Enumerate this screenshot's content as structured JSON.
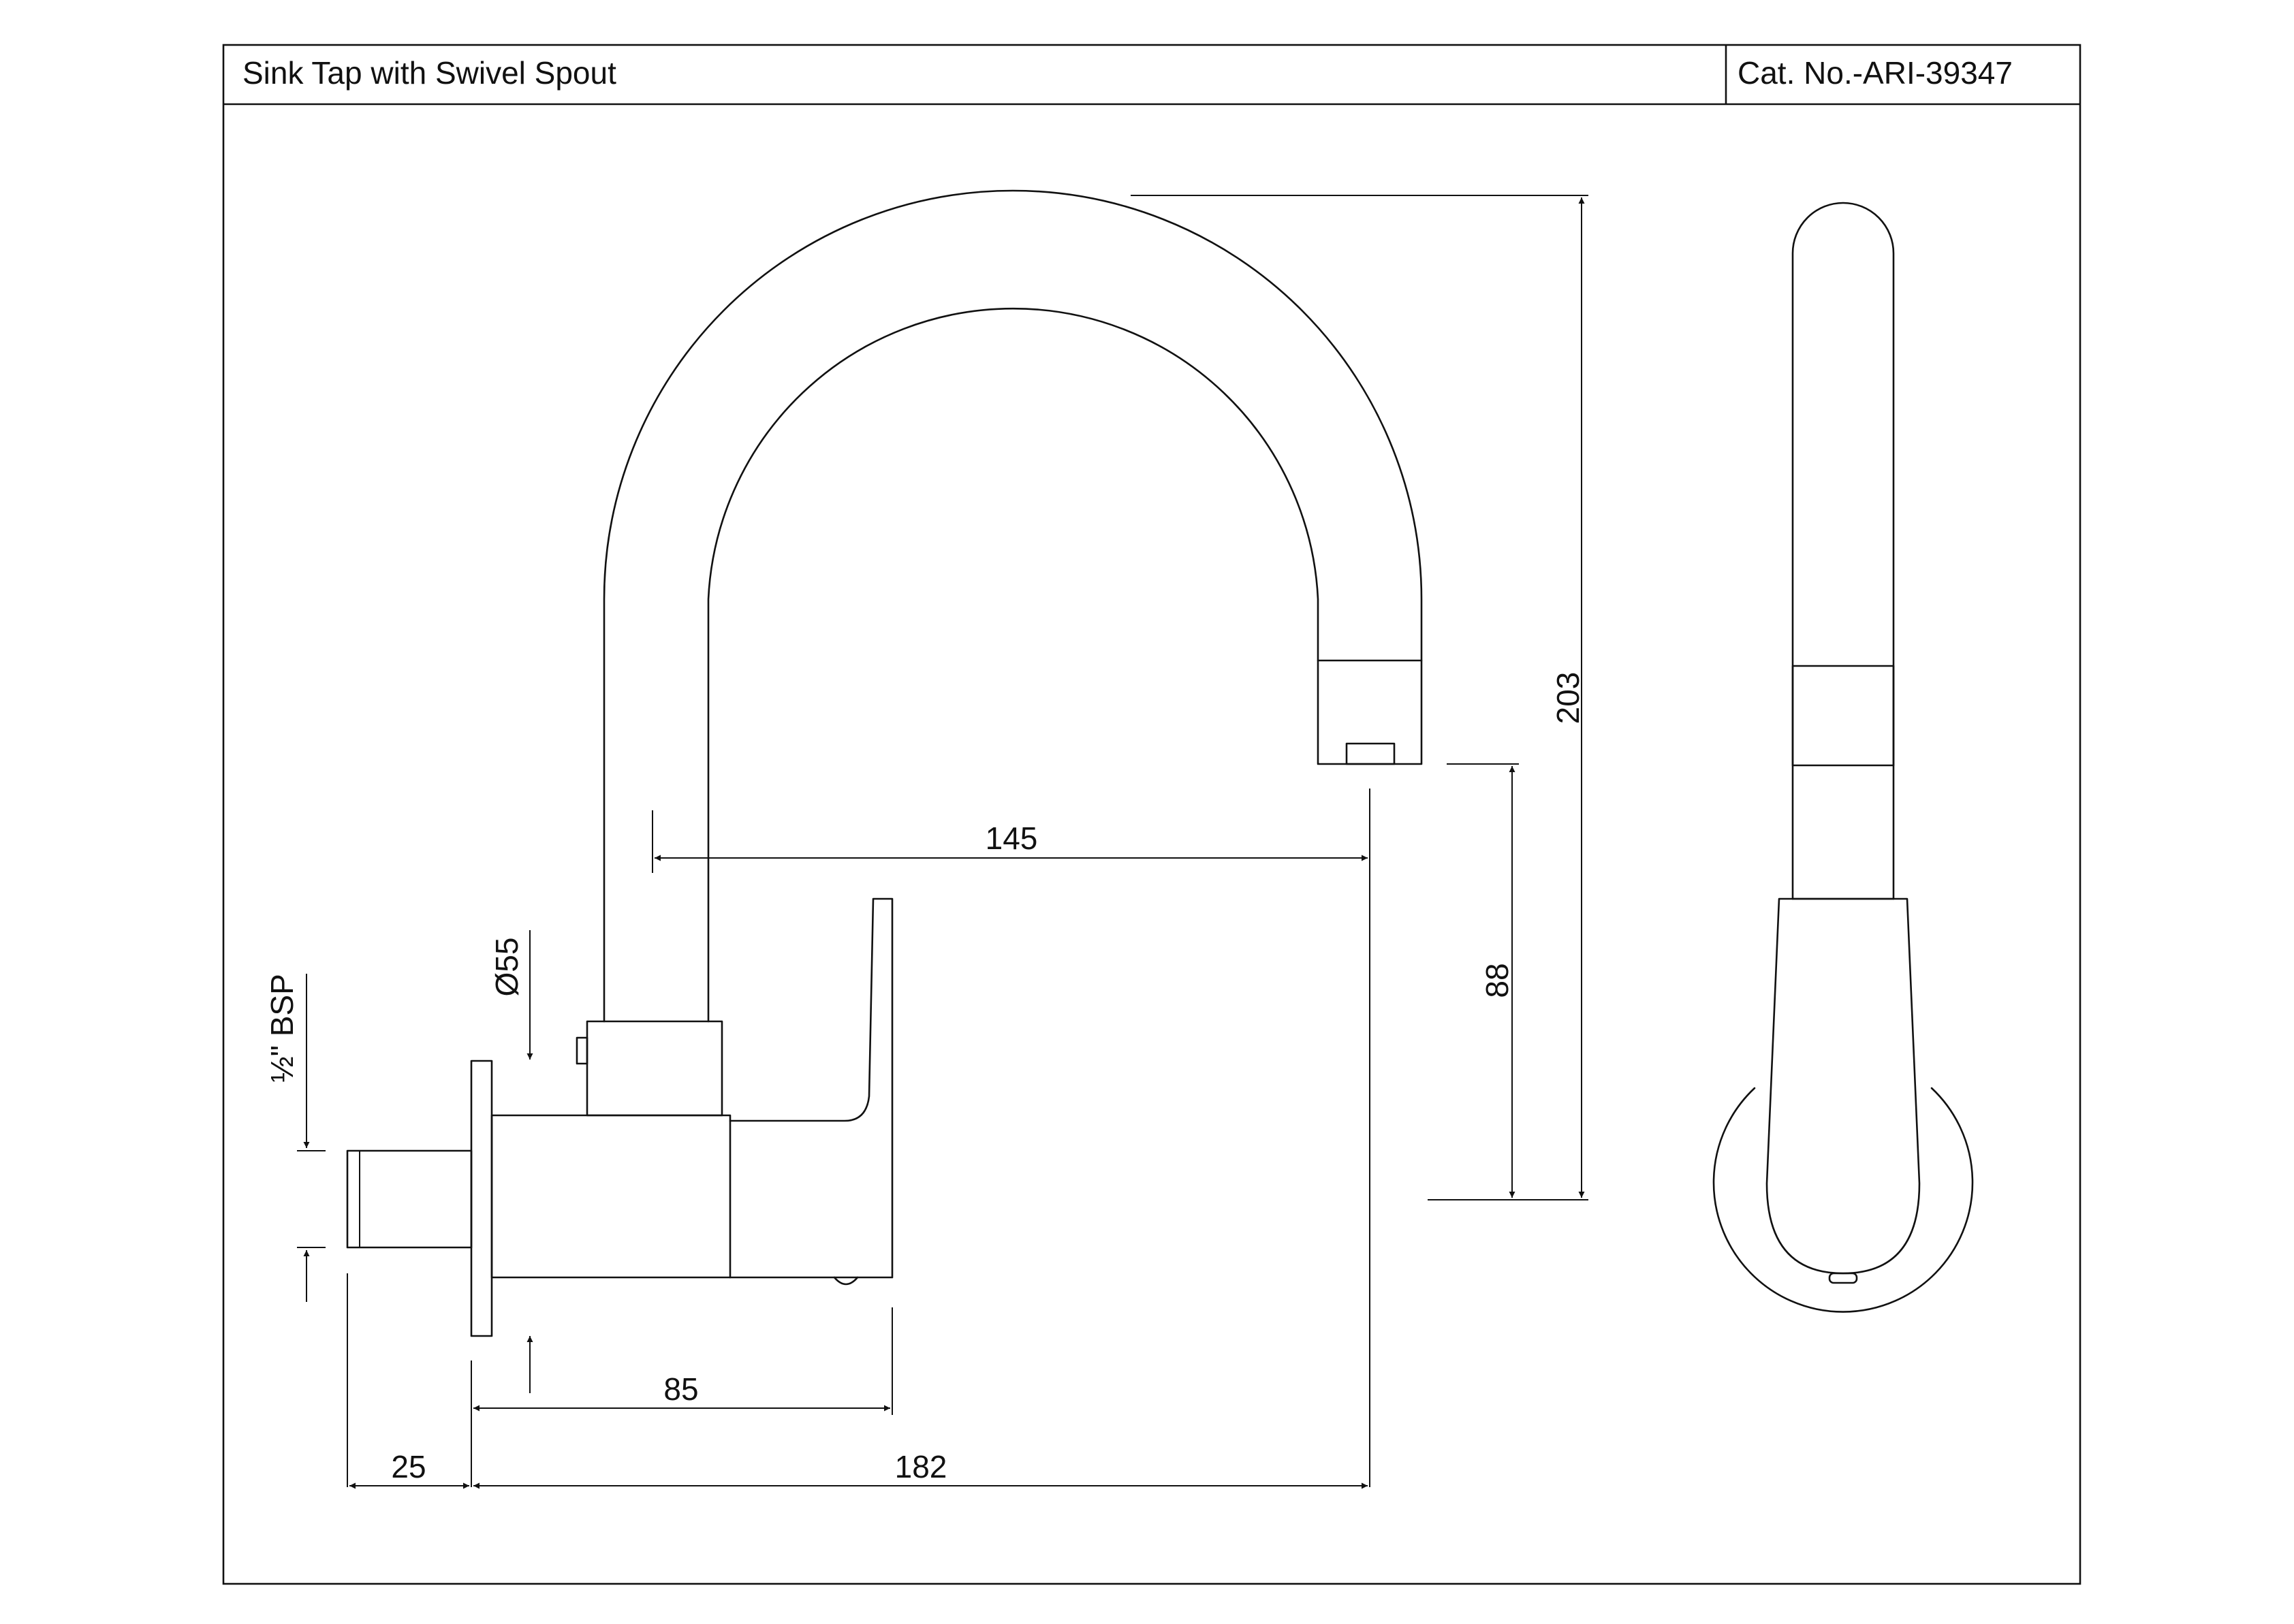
{
  "title_block": {
    "product_title": "Sink Tap with Swivel Spout",
    "catalog_number": "Cat. No.-ARI-39347"
  },
  "dimensions": {
    "overall_height": "203",
    "spout_height": "88",
    "spout_reach": "145",
    "body_diameter": "Ø55",
    "thread_size": "½\" BSP",
    "body_depth": "85",
    "overall_projection": "182",
    "thread_length": "25"
  },
  "views": [
    "side-elevation",
    "front-elevation"
  ]
}
